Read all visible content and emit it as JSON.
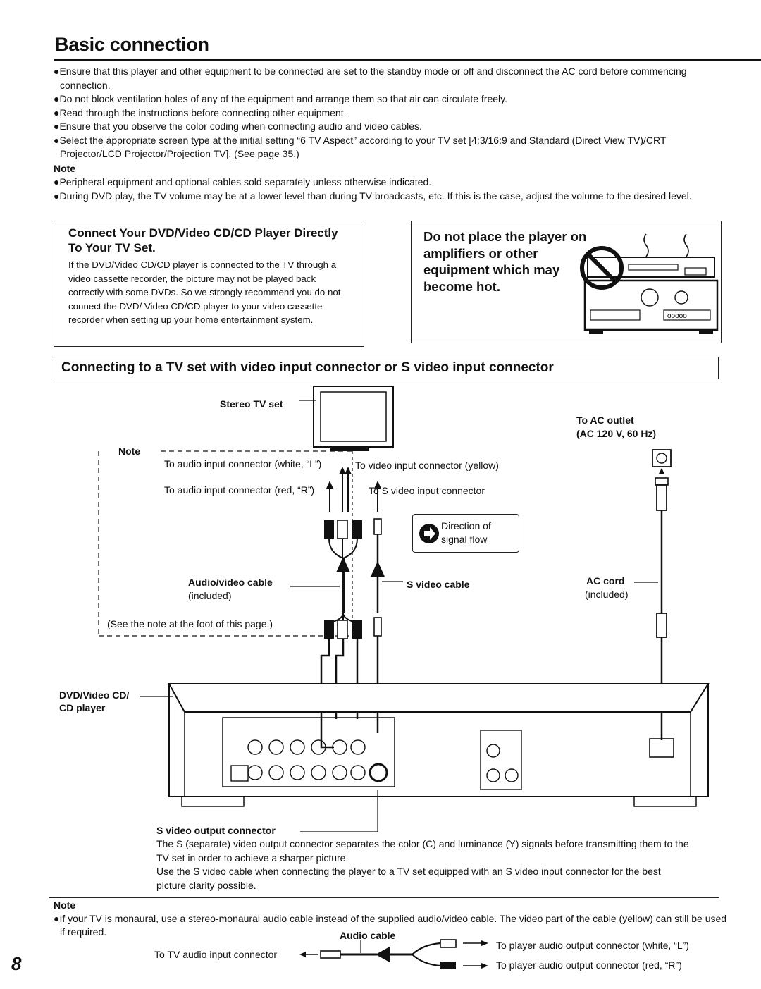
{
  "page": {
    "title": "Basic connection",
    "page_number": "8"
  },
  "intro": {
    "bullets": [
      "●Ensure that this player and other equipment to be connected are set to the standby mode or off and disconnect the AC cord before commencing connection.",
      "●Do not block ventilation holes of any of the equipment and arrange them so that air can circulate freely.",
      "●Read through the instructions before connecting other equipment.",
      "●Ensure that you observe the color coding when connecting audio and video cables.",
      "●Select the appropriate screen type at the initial setting “6 TV Aspect” according to your TV set [4:3/16:9 and Standard (Direct View TV)/CRT Projector/LCD Projector/Projection TV]. (See page 35.)"
    ],
    "note_label": "Note",
    "notes": [
      "●Peripheral equipment and optional cables sold separately unless otherwise indicated.",
      "●During DVD play, the TV volume may be at a lower level than during TV broadcasts, etc. If this is the case, adjust the volume to the desired level."
    ]
  },
  "direct_box": {
    "heading": "Connect Your DVD/Video CD/CD Player Directly To Your TV Set.",
    "body": "If the DVD/Video CD/CD player is connected to the TV through a video cassette recorder, the picture may not be played back correctly with some DVDs. So we strongly recommend you do not connect the DVD/ Video CD/CD player to your video cassette recorder when setting up your home entertainment system."
  },
  "warning_box": {
    "text": "Do not place the player on amplifiers or other equipment which may become hot."
  },
  "section": {
    "heading": "Connecting to a TV set with video input connector or S video input connector"
  },
  "diagram": {
    "stereo_tv": "Stereo TV set",
    "note": "Note",
    "audio_white": "To audio input connector (white, “L”)",
    "video_yellow": "To video input connector (yellow)",
    "audio_red": "To audio input connector (red, “R”)",
    "s_video_in": "To S video input connector",
    "direction": "Direction of signal flow",
    "av_cable": "Audio/video cable",
    "av_included": "(included)",
    "s_video_cable": "S video cable",
    "see_note": "(See the note at the foot of this page.)",
    "to_ac_outlet": "To AC outlet",
    "ac_spec": "(AC 120 V, 60 Hz)",
    "ac_cord": "AC cord",
    "ac_included": "(included)",
    "player_label_1": "DVD/Video CD/",
    "player_label_2": "CD player",
    "s_video_output": "S video output connector"
  },
  "s_video_desc": {
    "line1": "The S (separate) video output connector separates the color (C) and luminance (Y) signals before transmitting them to the TV set in order to achieve a sharper picture.",
    "line2": "Use the S video cable when connecting the player to a TV set equipped with an S video input connector for the best picture clarity possible."
  },
  "foot_note": {
    "label": "Note",
    "text": "●If your TV is monaural, use a stereo-monaural audio cable instead of the supplied audio/video cable. The video part of the cable (yellow) can still be used if required.",
    "audio_cable": "Audio cable",
    "tv_input": "To TV audio input connector",
    "white_out": "To player audio output connector (white, “L”)",
    "red_out": "To player audio output connector (red, “R”)"
  }
}
